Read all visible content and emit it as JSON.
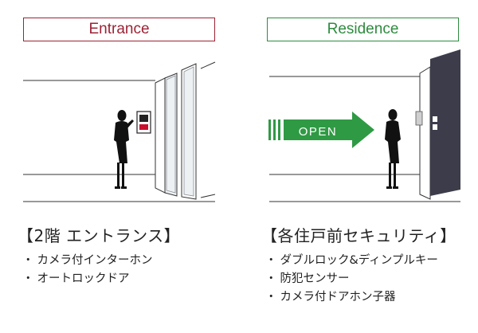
{
  "colors": {
    "entrance_accent": "#9b2335",
    "residence_accent": "#2e8b3e",
    "door": "#3c3c4a",
    "arrow": "#2f9a44"
  },
  "entrance": {
    "label": "Entrance",
    "heading": "【2階 エントランス】",
    "features": [
      "カメラ付インターホン",
      "オートロックドア"
    ]
  },
  "residence": {
    "label": "Residence",
    "heading": "【各住戸前セキュリティ】",
    "arrow_text": "OPEN",
    "features": [
      "ダブルロック&ディンプルキー",
      "防犯センサー",
      "カメラ付ドアホン子器"
    ]
  }
}
